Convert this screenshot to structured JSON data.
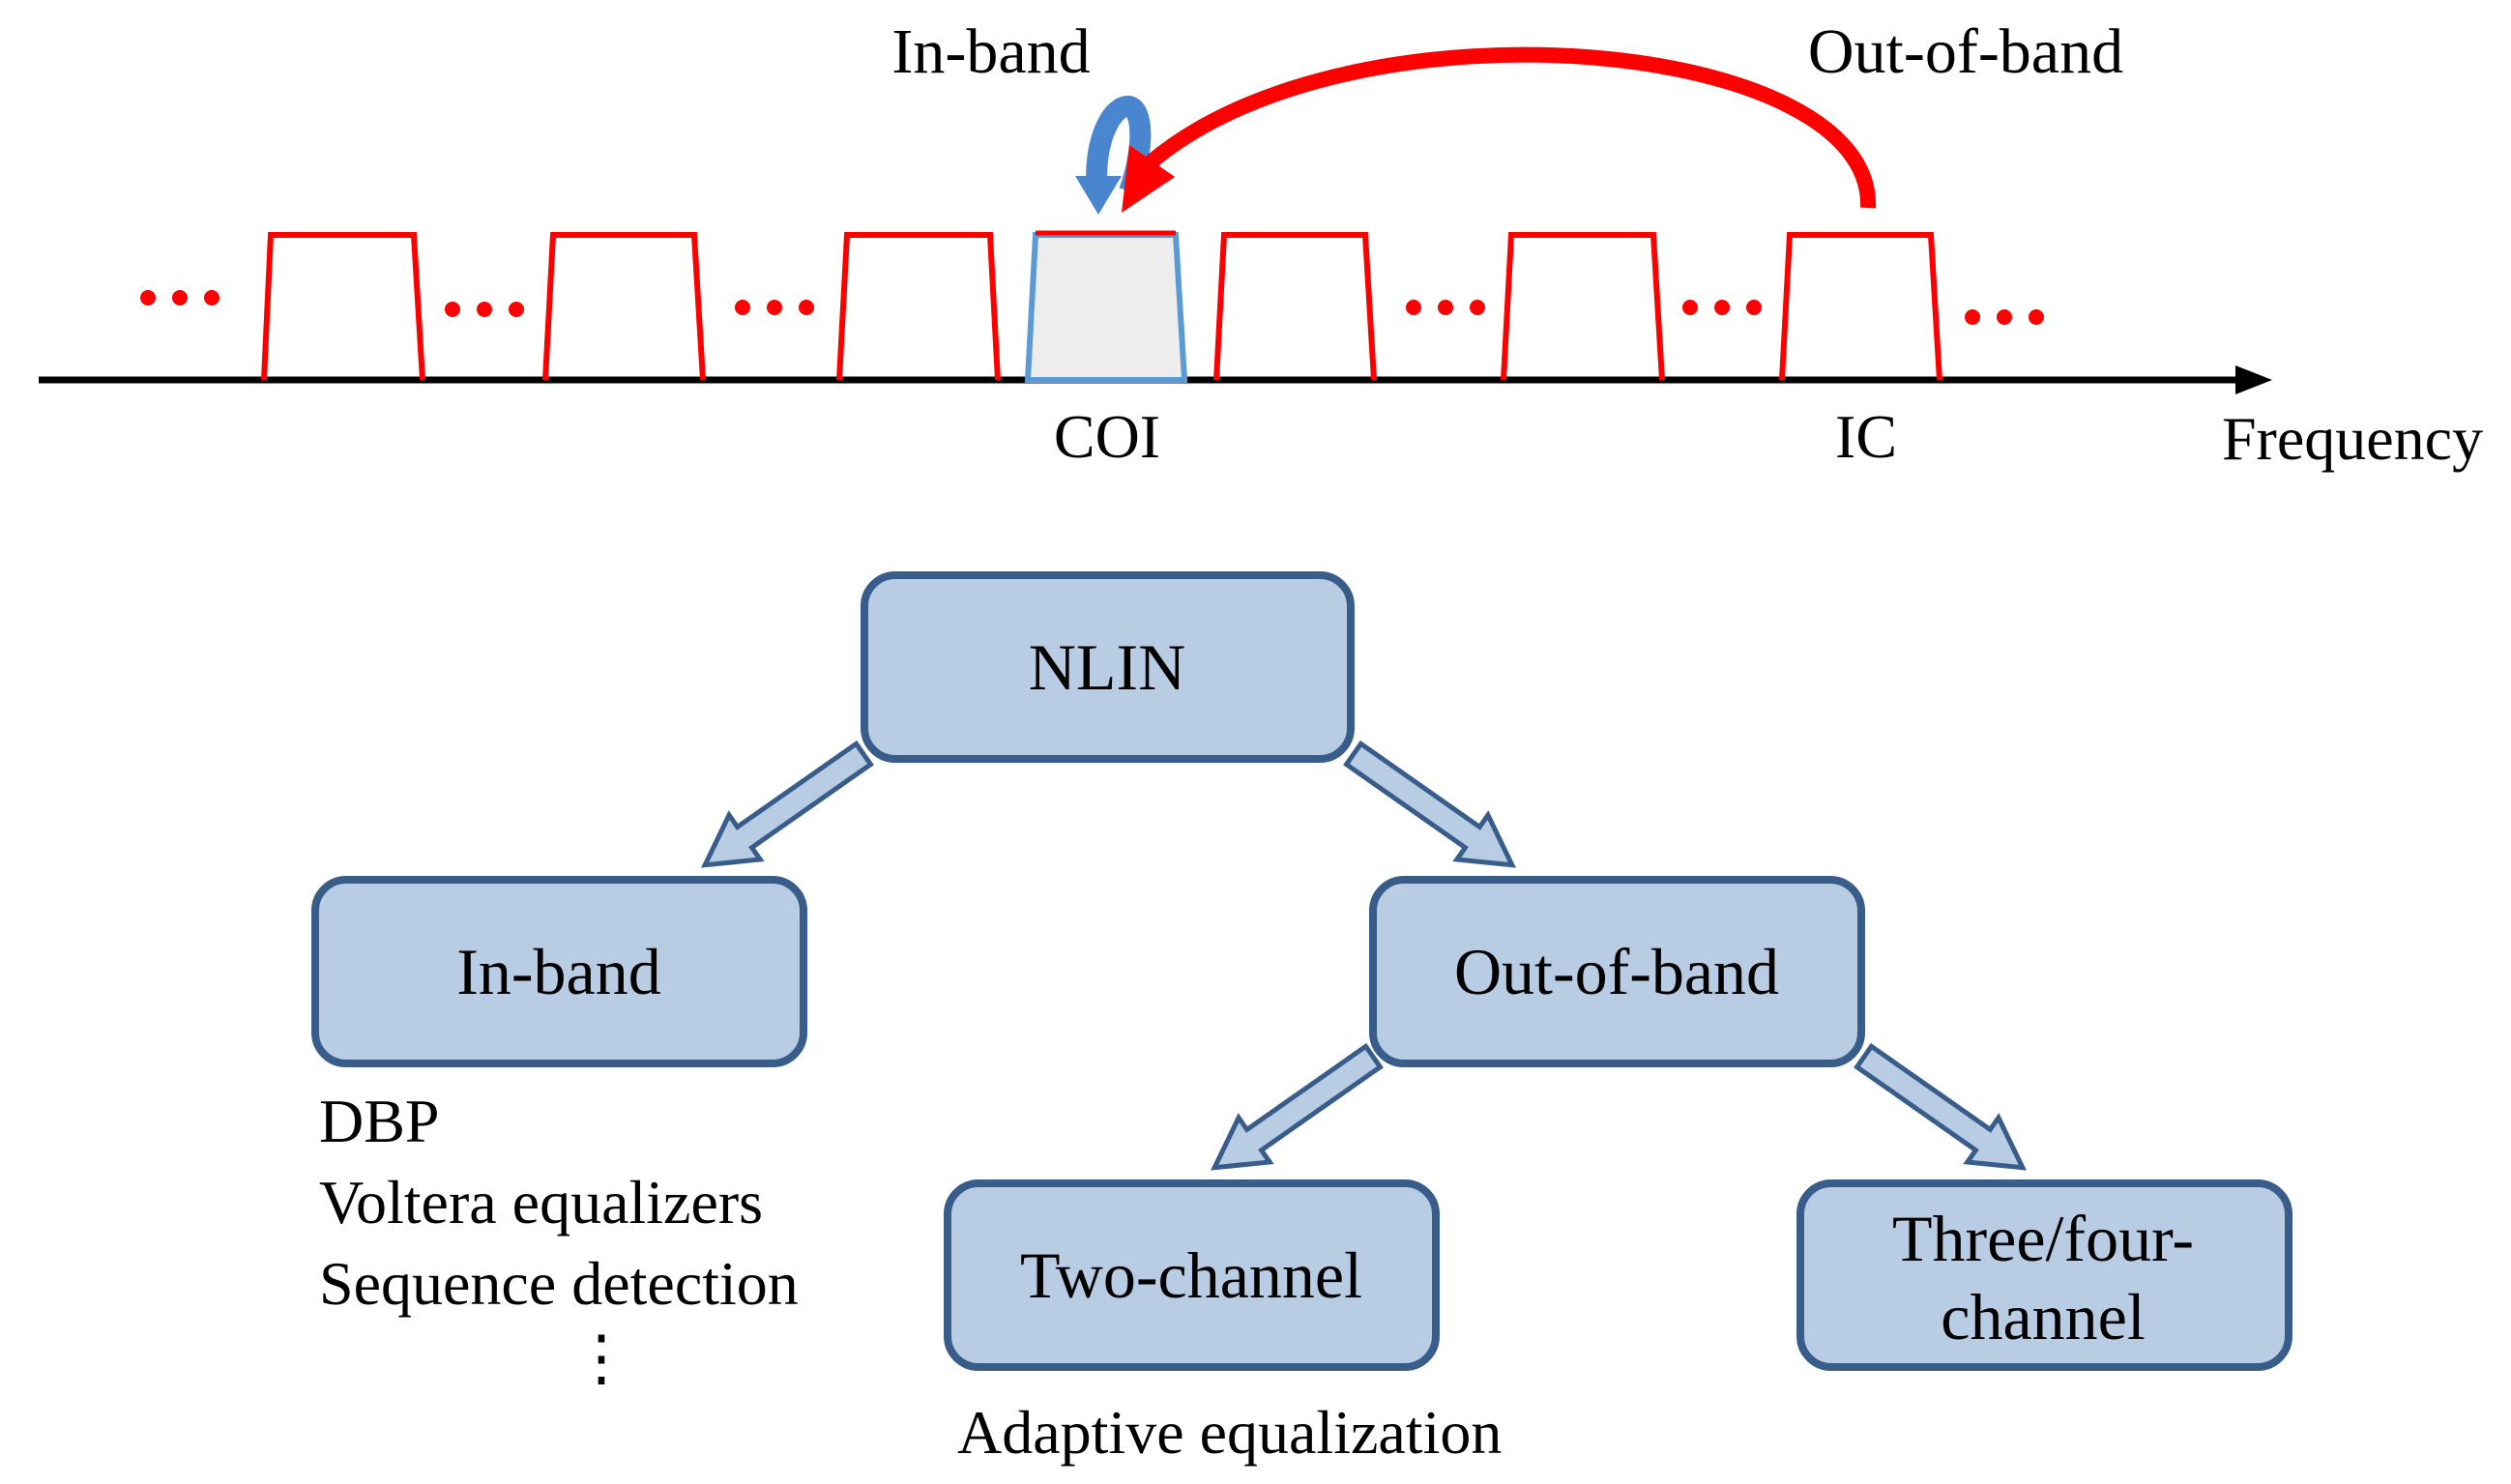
{
  "spectrum": {
    "in_band_label": "In-band",
    "out_of_band_label": "Out-of-band",
    "coi_label": "COI",
    "ic_label": "IC",
    "axis_label": "Frequency",
    "ellipsis": "•••"
  },
  "tree": {
    "root": "NLIN",
    "in_band": "In-band",
    "out_of_band": "Out-of-band",
    "two_channel": "Two-channel",
    "three_four_line1": "Three/four-",
    "three_four_line2": "channel"
  },
  "notes": {
    "in_band_methods": [
      "DBP",
      "Voltera equalizers",
      "Sequence detection"
    ],
    "vertical_ellipsis": "⋮",
    "two_channel_method": "Adaptive equalization"
  },
  "colors": {
    "channel": "#ff0000",
    "coi_outline": "#5b9bd5",
    "coi_fill": "#ededed",
    "box_fill": "#b8cce4",
    "box_stroke": "#385d8a",
    "in_band_arrow": "#4a86d0",
    "out_band_arrow": "#ff0000"
  }
}
